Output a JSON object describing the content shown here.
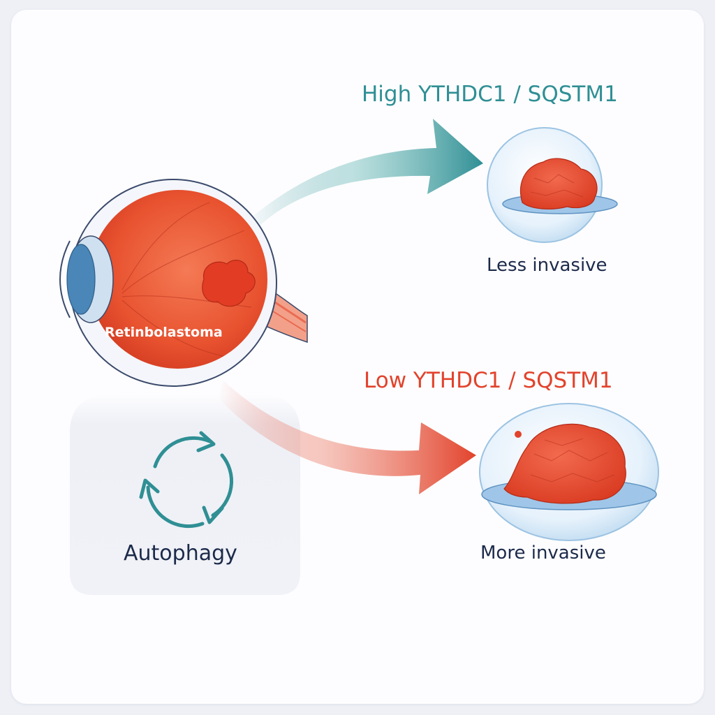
{
  "labels": {
    "high": "High YTHDC1 / SQSTM1",
    "low": "Low YTHDC1 / SQSTM1",
    "less_invasive": "Less invasive",
    "more_invasive": "More invasive",
    "retinoblastoma": "Retinbolastoma",
    "autophagy": "Autophagy"
  },
  "colors": {
    "teal": "#2f8f94",
    "red": "#e2432c",
    "navy": "#1c2a4a",
    "eye_red": "#e8522f",
    "panel": "#eef0f6"
  },
  "icons": {
    "eye": "eyeball-illustration",
    "tumor": "tumor-illustration",
    "cycle": "recycle-arrows-icon"
  }
}
